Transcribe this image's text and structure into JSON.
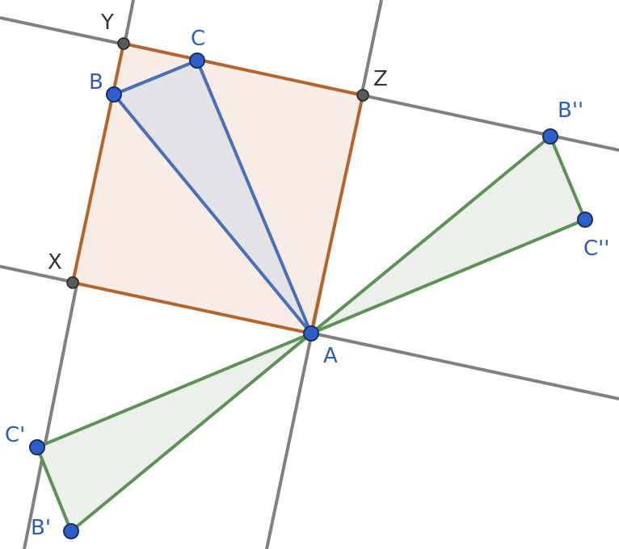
{
  "colors": {
    "line": "#808080",
    "square_stroke": "#b5652c",
    "square_fill": "#f8ece6",
    "triangle_stroke": "#4a6fb5",
    "triangle_fill": "#e3e2e6",
    "green_stroke": "#5d9156",
    "green_fill": "#ebf0ea",
    "blue_point": "#2e5fc9",
    "gray_point": "#5a5a5a",
    "blue_label": "#2e5cb8",
    "gray_label": "#333333"
  },
  "labels": {
    "A": "A",
    "B": "B",
    "C": "C",
    "X": "X",
    "Y": "Y",
    "Z": "Z",
    "B1": "B'",
    "C1": "C'",
    "B2": "B''",
    "C2": "C''"
  }
}
